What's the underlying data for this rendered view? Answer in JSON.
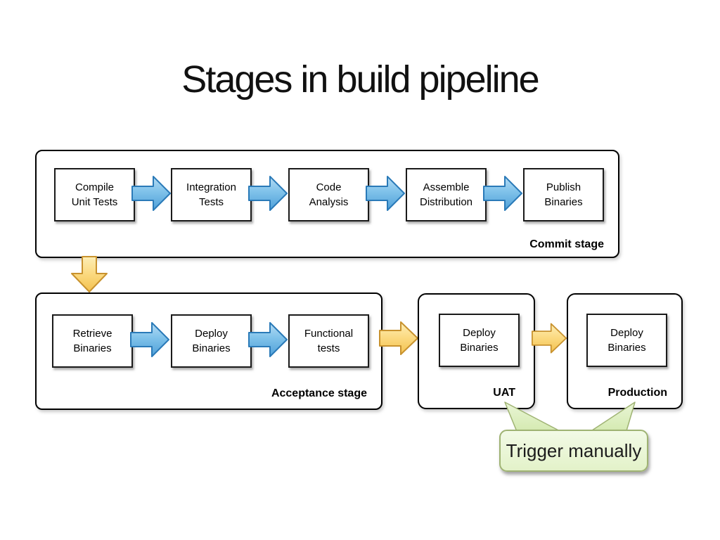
{
  "title": "Stages in build pipeline",
  "commit_stage": {
    "label": "Commit stage",
    "steps": [
      "Compile\nUnit Tests",
      "Integration\nTests",
      "Code\nAnalysis",
      "Assemble\nDistribution",
      "Publish\nBinaries"
    ]
  },
  "acceptance_stage": {
    "label": "Acceptance stage",
    "steps": [
      "Retrieve\nBinaries",
      "Deploy\nBinaries",
      "Functional\ntests"
    ]
  },
  "uat_stage": {
    "label": "UAT",
    "steps": [
      "Deploy\nBinaries"
    ]
  },
  "production_stage": {
    "label": "Production",
    "steps": [
      "Deploy\nBinaries"
    ]
  },
  "callout": {
    "text": "Trigger manually"
  },
  "icons": [
    "arrow-right-icon",
    "arrow-down-icon",
    "callout-pointer-icon"
  ],
  "colors": {
    "arrow_blue_fill": "#7FC2EA",
    "arrow_blue_border": "#2A7AB8",
    "arrow_yellow_fill": "#FBD97F",
    "arrow_yellow_border": "#C8922E",
    "callout_fill": "#EDF7DD",
    "callout_border": "#9FB373",
    "box_border": "#1A1A1A",
    "container_border": "#000000",
    "text": "#000000"
  }
}
